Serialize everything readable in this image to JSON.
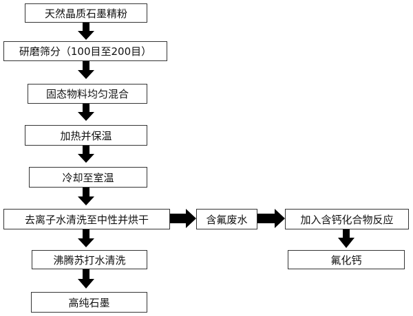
{
  "flowchart": {
    "steps": [
      "天然晶质石墨精粉",
      "研磨筛分（100目至200目）",
      "固态物料均匀混合",
      "加热并保温",
      "冷却至室温",
      "去离子水清洗至中性并烘干",
      "沸腾苏打水清洗",
      "高纯石墨"
    ],
    "branch": {
      "wastewater": "含氟废水",
      "reaction": "加入含钙化合物反应",
      "product": "氟化钙"
    }
  },
  "colors": {
    "arrow": "#000000",
    "border": "#333333",
    "text": "#111111"
  }
}
